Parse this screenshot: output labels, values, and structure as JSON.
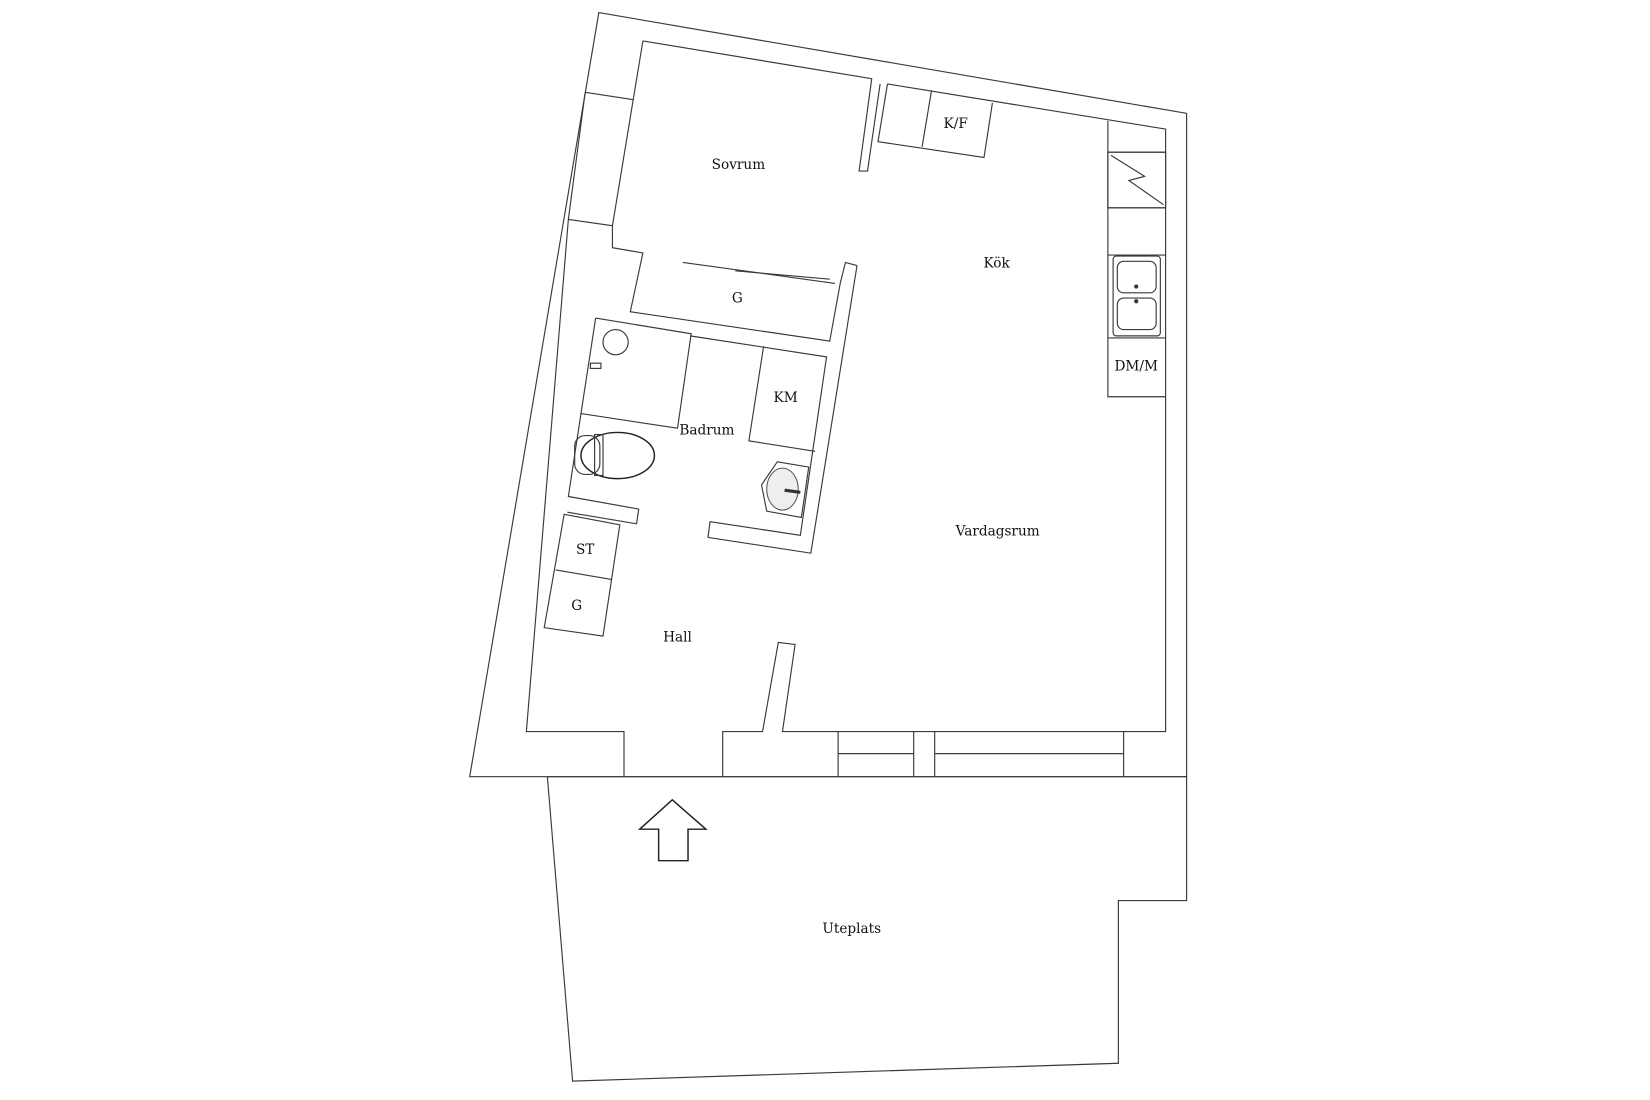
{
  "rooms": {
    "sovrum": "Sovrum",
    "kok": "Kök",
    "kf": "K/F",
    "wardrobe_bedroom": "G",
    "badrum": "Badrum",
    "km": "KM",
    "dmm": "DM/M",
    "vardagsrum": "Vardagsrum",
    "st": "ST",
    "wardrobe_hall": "G",
    "hall": "Hall",
    "uteplats": "Uteplats"
  },
  "colors": {
    "line": "#3a3a3a",
    "background": "#ffffff"
  },
  "icons": [
    "entrance-arrow-icon",
    "stove-icon",
    "sink-icon",
    "toilet-icon",
    "washbasin-icon",
    "shower-icon"
  ]
}
